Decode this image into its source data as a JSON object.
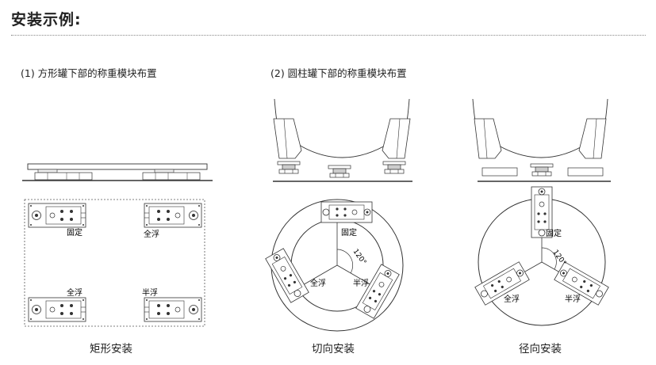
{
  "header": {
    "title": "安装示例:"
  },
  "section1": {
    "label": "(1) 方形罐下部的称重模块布置",
    "caption": "矩形安装"
  },
  "section2": {
    "label": "(2) 圆柱罐下部的称重模块布置",
    "caption_tangential": "切向安装",
    "caption_radial": "径向安装"
  },
  "labels": {
    "fixed": "固定",
    "full_float": "全浮",
    "half_float": "半浮",
    "angle": "120°"
  }
}
